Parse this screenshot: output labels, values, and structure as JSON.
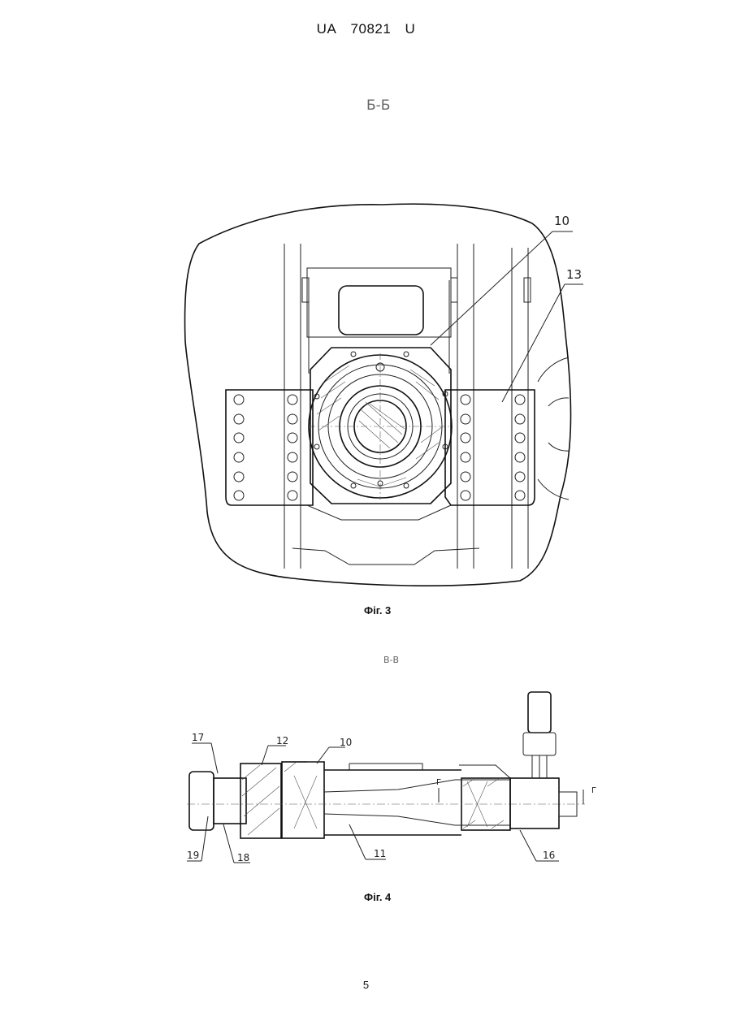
{
  "header": {
    "country": "UA",
    "number": "70821",
    "kind": "U"
  },
  "figure3": {
    "section_label": "Б-Б",
    "caption": "Фіг. 3",
    "callouts": [
      "10",
      "13"
    ]
  },
  "figure4": {
    "section_label": "В-В",
    "caption": "Фіг. 4",
    "callouts": [
      "17",
      "12",
      "10",
      "19",
      "18",
      "11",
      "16"
    ],
    "section_marks": [
      "Г",
      "Г"
    ]
  },
  "page_number": "5"
}
